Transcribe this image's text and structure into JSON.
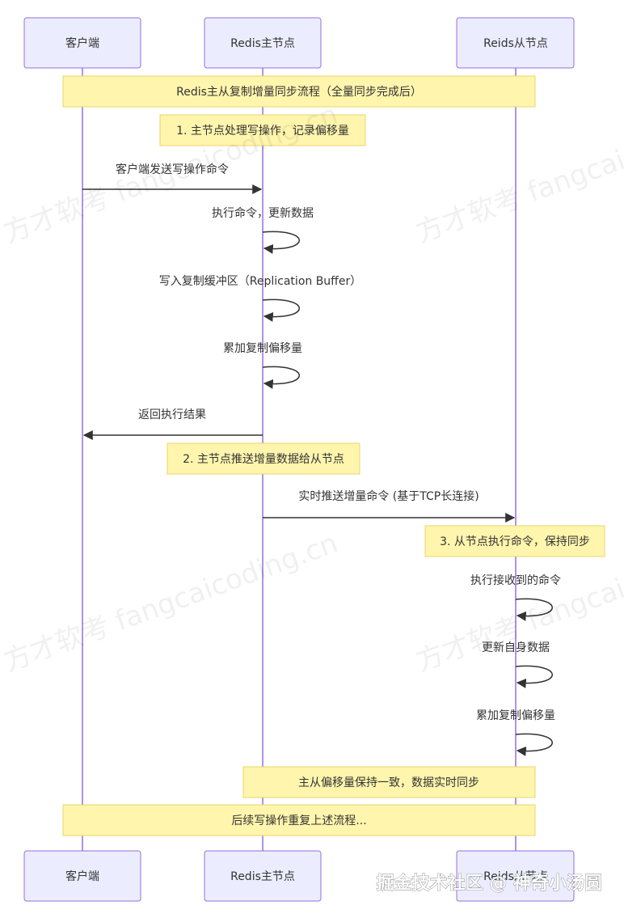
{
  "diagram": {
    "type": "sequence",
    "actors": {
      "client": "客户端",
      "master": "Redis主节点",
      "slave_top": "Reids从节点",
      "slave_bottom": "Reids从节点"
    },
    "notes": {
      "title": "Redis主从复制增量同步流程（全量同步完成后）",
      "step1": "1. 主节点处理写操作，记录偏移量",
      "step2": "2. 主节点推送增量数据给从节点",
      "step3": "3. 从节点执行命令，保持同步",
      "consistent": "主从偏移量保持一致，数据实时同步",
      "repeat": "后续写操作重复上述流程..."
    },
    "messages": {
      "m1": "客户端发送写操作命令",
      "m2": "执行命令，更新数据",
      "m3": "写入复制缓冲区（Replication Buffer）",
      "m4": "累加复制偏移量",
      "m5": "返回执行结果",
      "m6": "实时推送增量命令 (基于TCP长连接)",
      "m7": "执行接收到的命令",
      "m8": "更新自身数据",
      "m9": "累加复制偏移量"
    },
    "colors": {
      "actor_fill": "#ECECFF",
      "actor_border": "#9370DB",
      "note_fill": "#FFF5AD",
      "note_border": "#E8D56A",
      "arrow": "#333333"
    }
  },
  "watermarks": {
    "site_text": "方才软考 fangcaicoding.cn",
    "brand": "掘金技术社区 @ 神奇小汤圆"
  }
}
